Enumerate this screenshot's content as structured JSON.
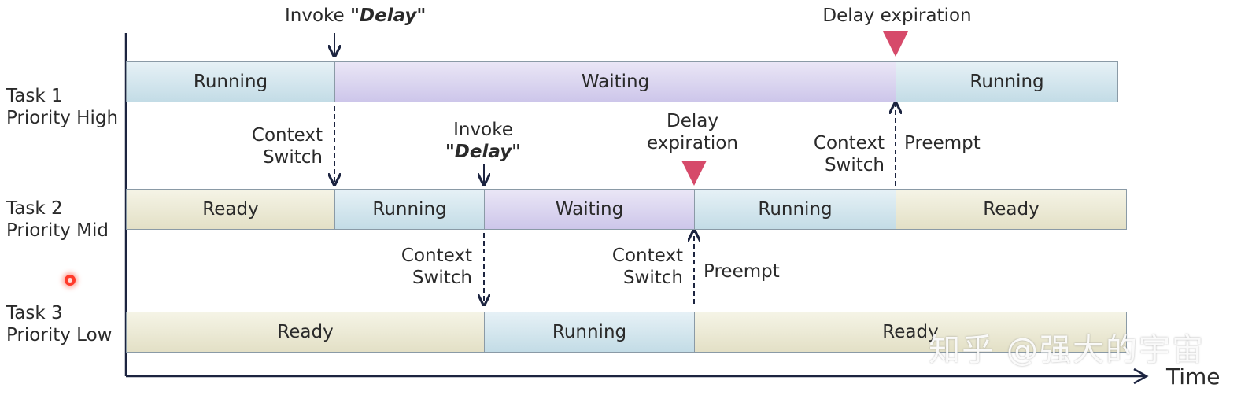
{
  "axis": {
    "x_label": "Time"
  },
  "tasks": [
    {
      "name": "Task 1",
      "priority": "Priority High"
    },
    {
      "name": "Task 2",
      "priority": "Priority Mid"
    },
    {
      "name": "Task 3",
      "priority": "Priority Low"
    }
  ],
  "states": {
    "running": "Running",
    "waiting": "Waiting",
    "ready": "Ready"
  },
  "timelines": {
    "task1": [
      "Running",
      "Waiting",
      "Running"
    ],
    "task2": [
      "Ready",
      "Running",
      "Waiting",
      "Running",
      "Ready"
    ],
    "task3": [
      "Ready",
      "Running",
      "Ready"
    ]
  },
  "events": {
    "invoke_prefix": "Invoke",
    "delay_keyword": "\"Delay\"",
    "delay_expiration": "Delay expiration",
    "delay_word": "Delay",
    "expiration_word": "expiration",
    "context": "Context",
    "switch": "Switch",
    "preempt": "Preempt"
  },
  "colors": {
    "running": "#cfe4ec",
    "waiting": "#d6d0ee",
    "ready": "#ebe9d4",
    "expiration_marker": "#d64a6a",
    "arrow": "#1c2440"
  },
  "watermark": "知乎 @强大的宇宙"
}
